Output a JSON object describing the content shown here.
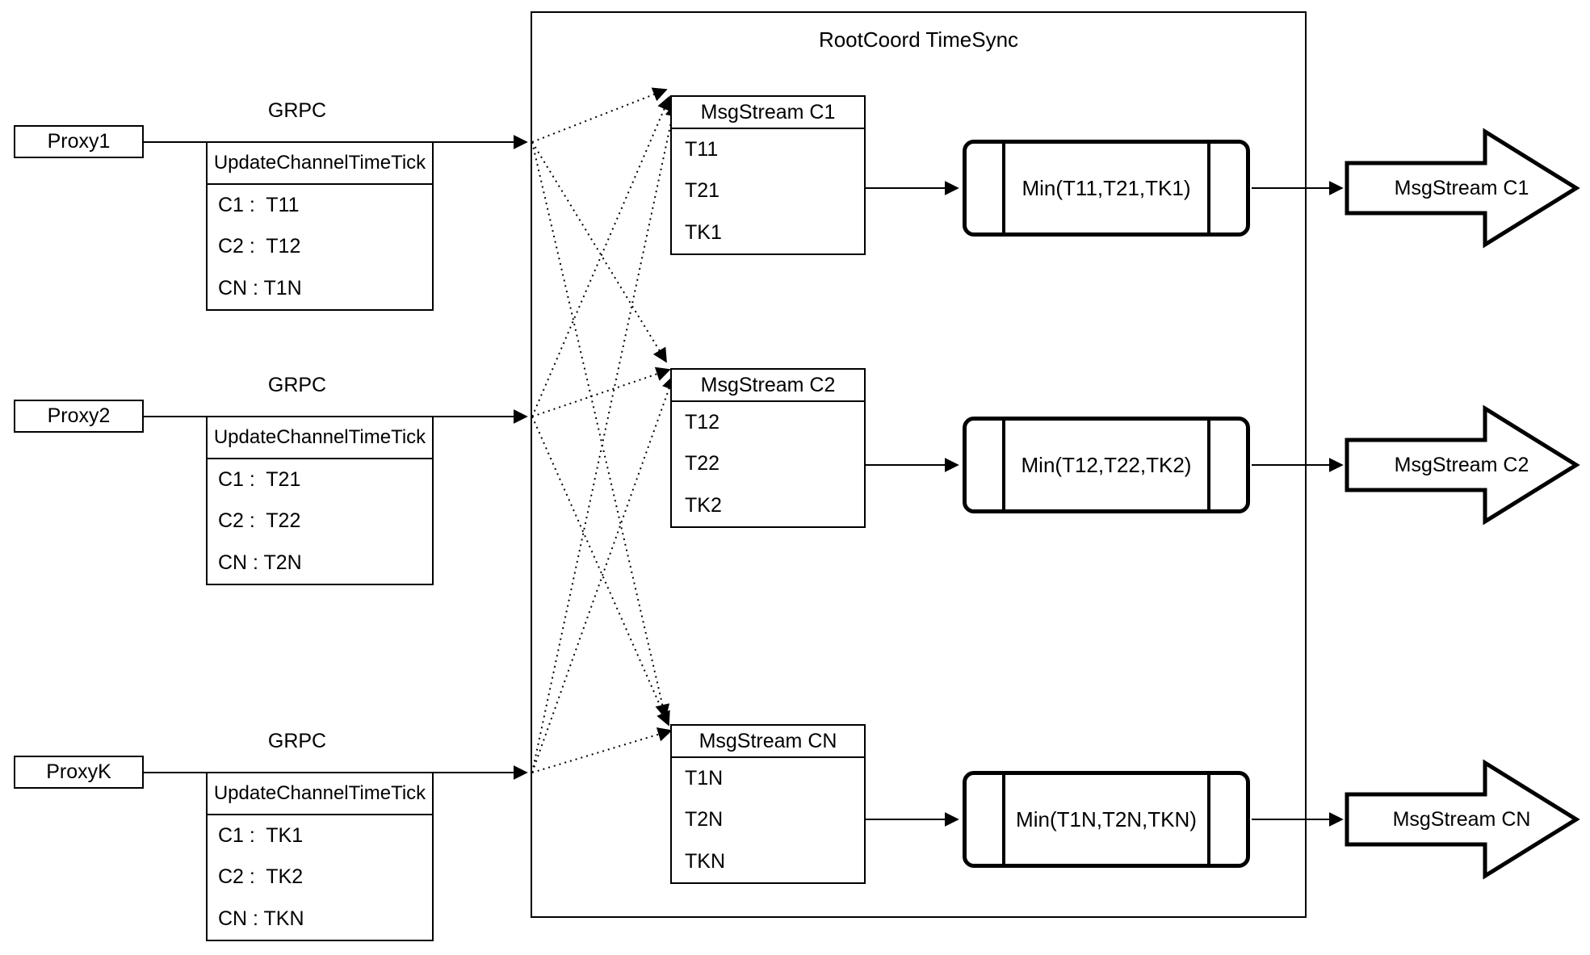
{
  "root": {
    "title": "RootCoord TimeSync"
  },
  "proxies": [
    {
      "name": "Proxy1",
      "protocol": "GRPC",
      "table": {
        "header": "UpdateChannelTimeTick",
        "rows": [
          "C1 :  T11",
          "C2 :  T12",
          "CN : T1N"
        ]
      }
    },
    {
      "name": "Proxy2",
      "protocol": "GRPC",
      "table": {
        "header": "UpdateChannelTimeTick",
        "rows": [
          "C1 :  T21",
          "C2 :  T22",
          "CN : T2N"
        ]
      }
    },
    {
      "name": "ProxyK",
      "protocol": "GRPC",
      "table": {
        "header": "UpdateChannelTimeTick",
        "rows": [
          "C1 :  TK1",
          "C2 :  TK2",
          "CN : TKN"
        ]
      }
    }
  ],
  "streams": [
    {
      "title": "MsgStream C1",
      "ticks": [
        "T11",
        "T21",
        "TK1"
      ],
      "min": "Min(T11,T21,TK1)",
      "output": "MsgStream C1"
    },
    {
      "title": "MsgStream C2",
      "ticks": [
        "T12",
        "T22",
        "TK2"
      ],
      "min": "Min(T12,T22,TK2)",
      "output": "MsgStream C2"
    },
    {
      "title": "MsgStream CN",
      "ticks": [
        "T1N",
        "T2N",
        "TKN"
      ],
      "min": "Min(T1N,T2N,TKN)",
      "output": "MsgStream CN"
    }
  ],
  "colors": {
    "stroke": "#000000",
    "background": "#ffffff"
  }
}
